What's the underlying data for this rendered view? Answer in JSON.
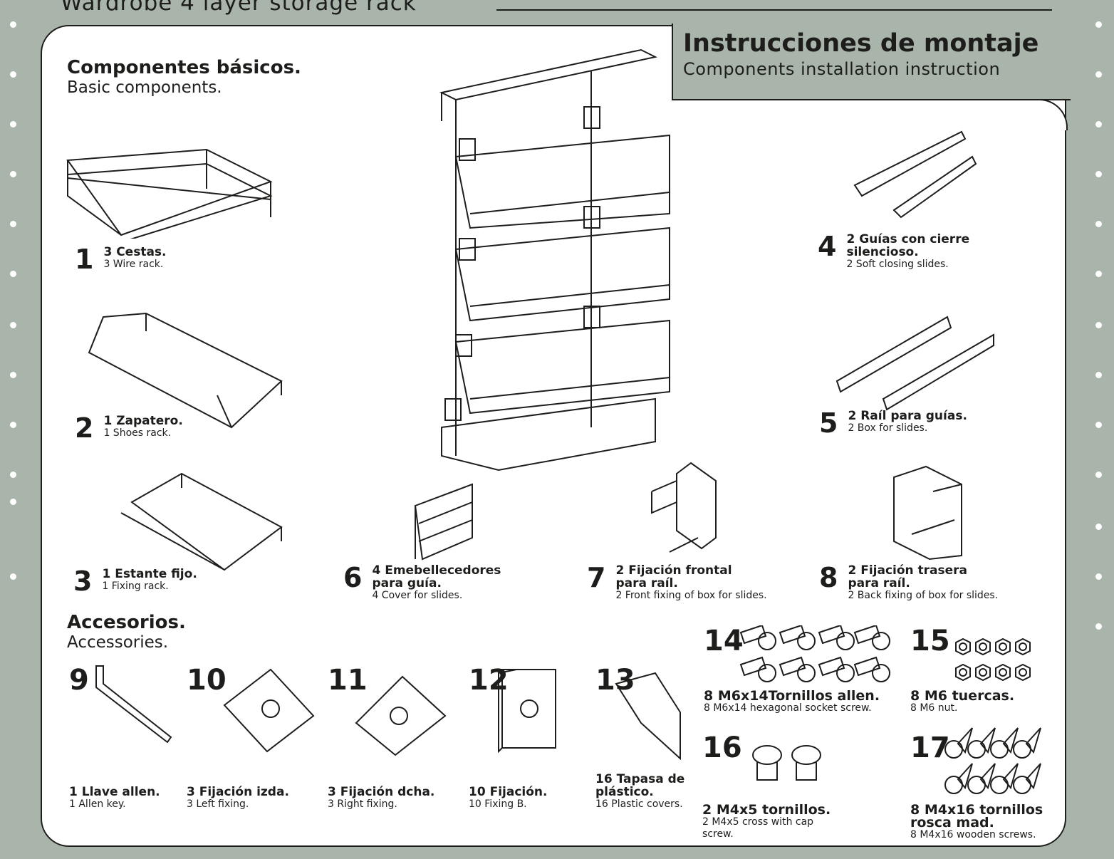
{
  "header": {
    "doc_title": "Wardrobe 4 layer storage rack",
    "tab_title": "Instrucciones de montaje",
    "tab_subtitle": "Components installation instruction"
  },
  "basic": {
    "title": "Componentes básicos.",
    "subtitle": "Basic components."
  },
  "accessories": {
    "title": "Accesorios.",
    "subtitle": "Accessories."
  },
  "items": [
    {
      "num": "1",
      "title": "3 Cestas.",
      "sub": "3 Wire rack."
    },
    {
      "num": "2",
      "title": "1 Zapatero.",
      "sub": "1 Shoes rack."
    },
    {
      "num": "3",
      "title": "1 Estante fijo.",
      "sub": "1 Fixing rack."
    },
    {
      "num": "4",
      "title": "2 Guías con cierre silencioso.",
      "sub": "2 Soft closing slides."
    },
    {
      "num": "5",
      "title": "2 Raíl para guías.",
      "sub": "2 Box for slides."
    },
    {
      "num": "6",
      "title": "4 Emebellecedores para guía.",
      "sub": "4 Cover for slides."
    },
    {
      "num": "7",
      "title": "2 Fijación frontal para raíl.",
      "sub": "2 Front fixing of box for slides."
    },
    {
      "num": "8",
      "title": "2 Fijación trasera para raíl.",
      "sub": "2 Back fixing of box for slides."
    },
    {
      "num": "9",
      "title": "1 Llave allen.",
      "sub": "1 Allen key."
    },
    {
      "num": "10",
      "title": "3 Fijación izda.",
      "sub": "3 Left fixing."
    },
    {
      "num": "11",
      "title": "3 Fijación dcha.",
      "sub": "3 Right fixing."
    },
    {
      "num": "12",
      "title": "10 Fijación.",
      "sub": "10 Fixing B."
    },
    {
      "num": "13",
      "title": "16 Tapasa de plástico.",
      "sub": "16 Plastic covers."
    },
    {
      "num": "14",
      "title": "8 M6x14Tornillos allen.",
      "sub": "8 M6x14 hexagonal socket screw."
    },
    {
      "num": "15",
      "title": "8 M6 tuercas.",
      "sub": "8 M6 nut."
    },
    {
      "num": "16",
      "title": "2 M4x5 tornillos.",
      "sub": "2 M4x5 cross with cap screw."
    },
    {
      "num": "17",
      "title": "8 M4x16 tornillos rosca mad.",
      "sub": "8 M4x16 wooden screws."
    }
  ]
}
